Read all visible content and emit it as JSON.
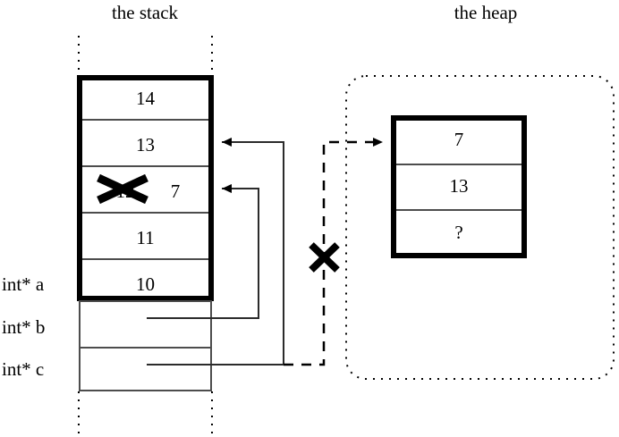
{
  "titles": {
    "stack": "the stack",
    "heap": "the heap"
  },
  "stack": {
    "frame_cells": [
      {
        "value": "14"
      },
      {
        "value": "13"
      },
      {
        "value": "12",
        "struck": true,
        "extra_value": "7"
      },
      {
        "value": "11"
      },
      {
        "value": "10"
      }
    ],
    "pointer_rows": [
      {
        "label": "int* a"
      },
      {
        "label": "int* b"
      },
      {
        "label": "int* c"
      }
    ]
  },
  "heap": {
    "cells": [
      {
        "value": "7"
      },
      {
        "value": "13"
      },
      {
        "value": "?"
      }
    ]
  },
  "annotations": {
    "invalid_pointer_mark": "X",
    "struck_value_mark": "X"
  },
  "colors": {
    "ink": "#000000",
    "background": "#ffffff",
    "thin_rule": "#4d4d4d",
    "bold_rule": "#000000"
  }
}
